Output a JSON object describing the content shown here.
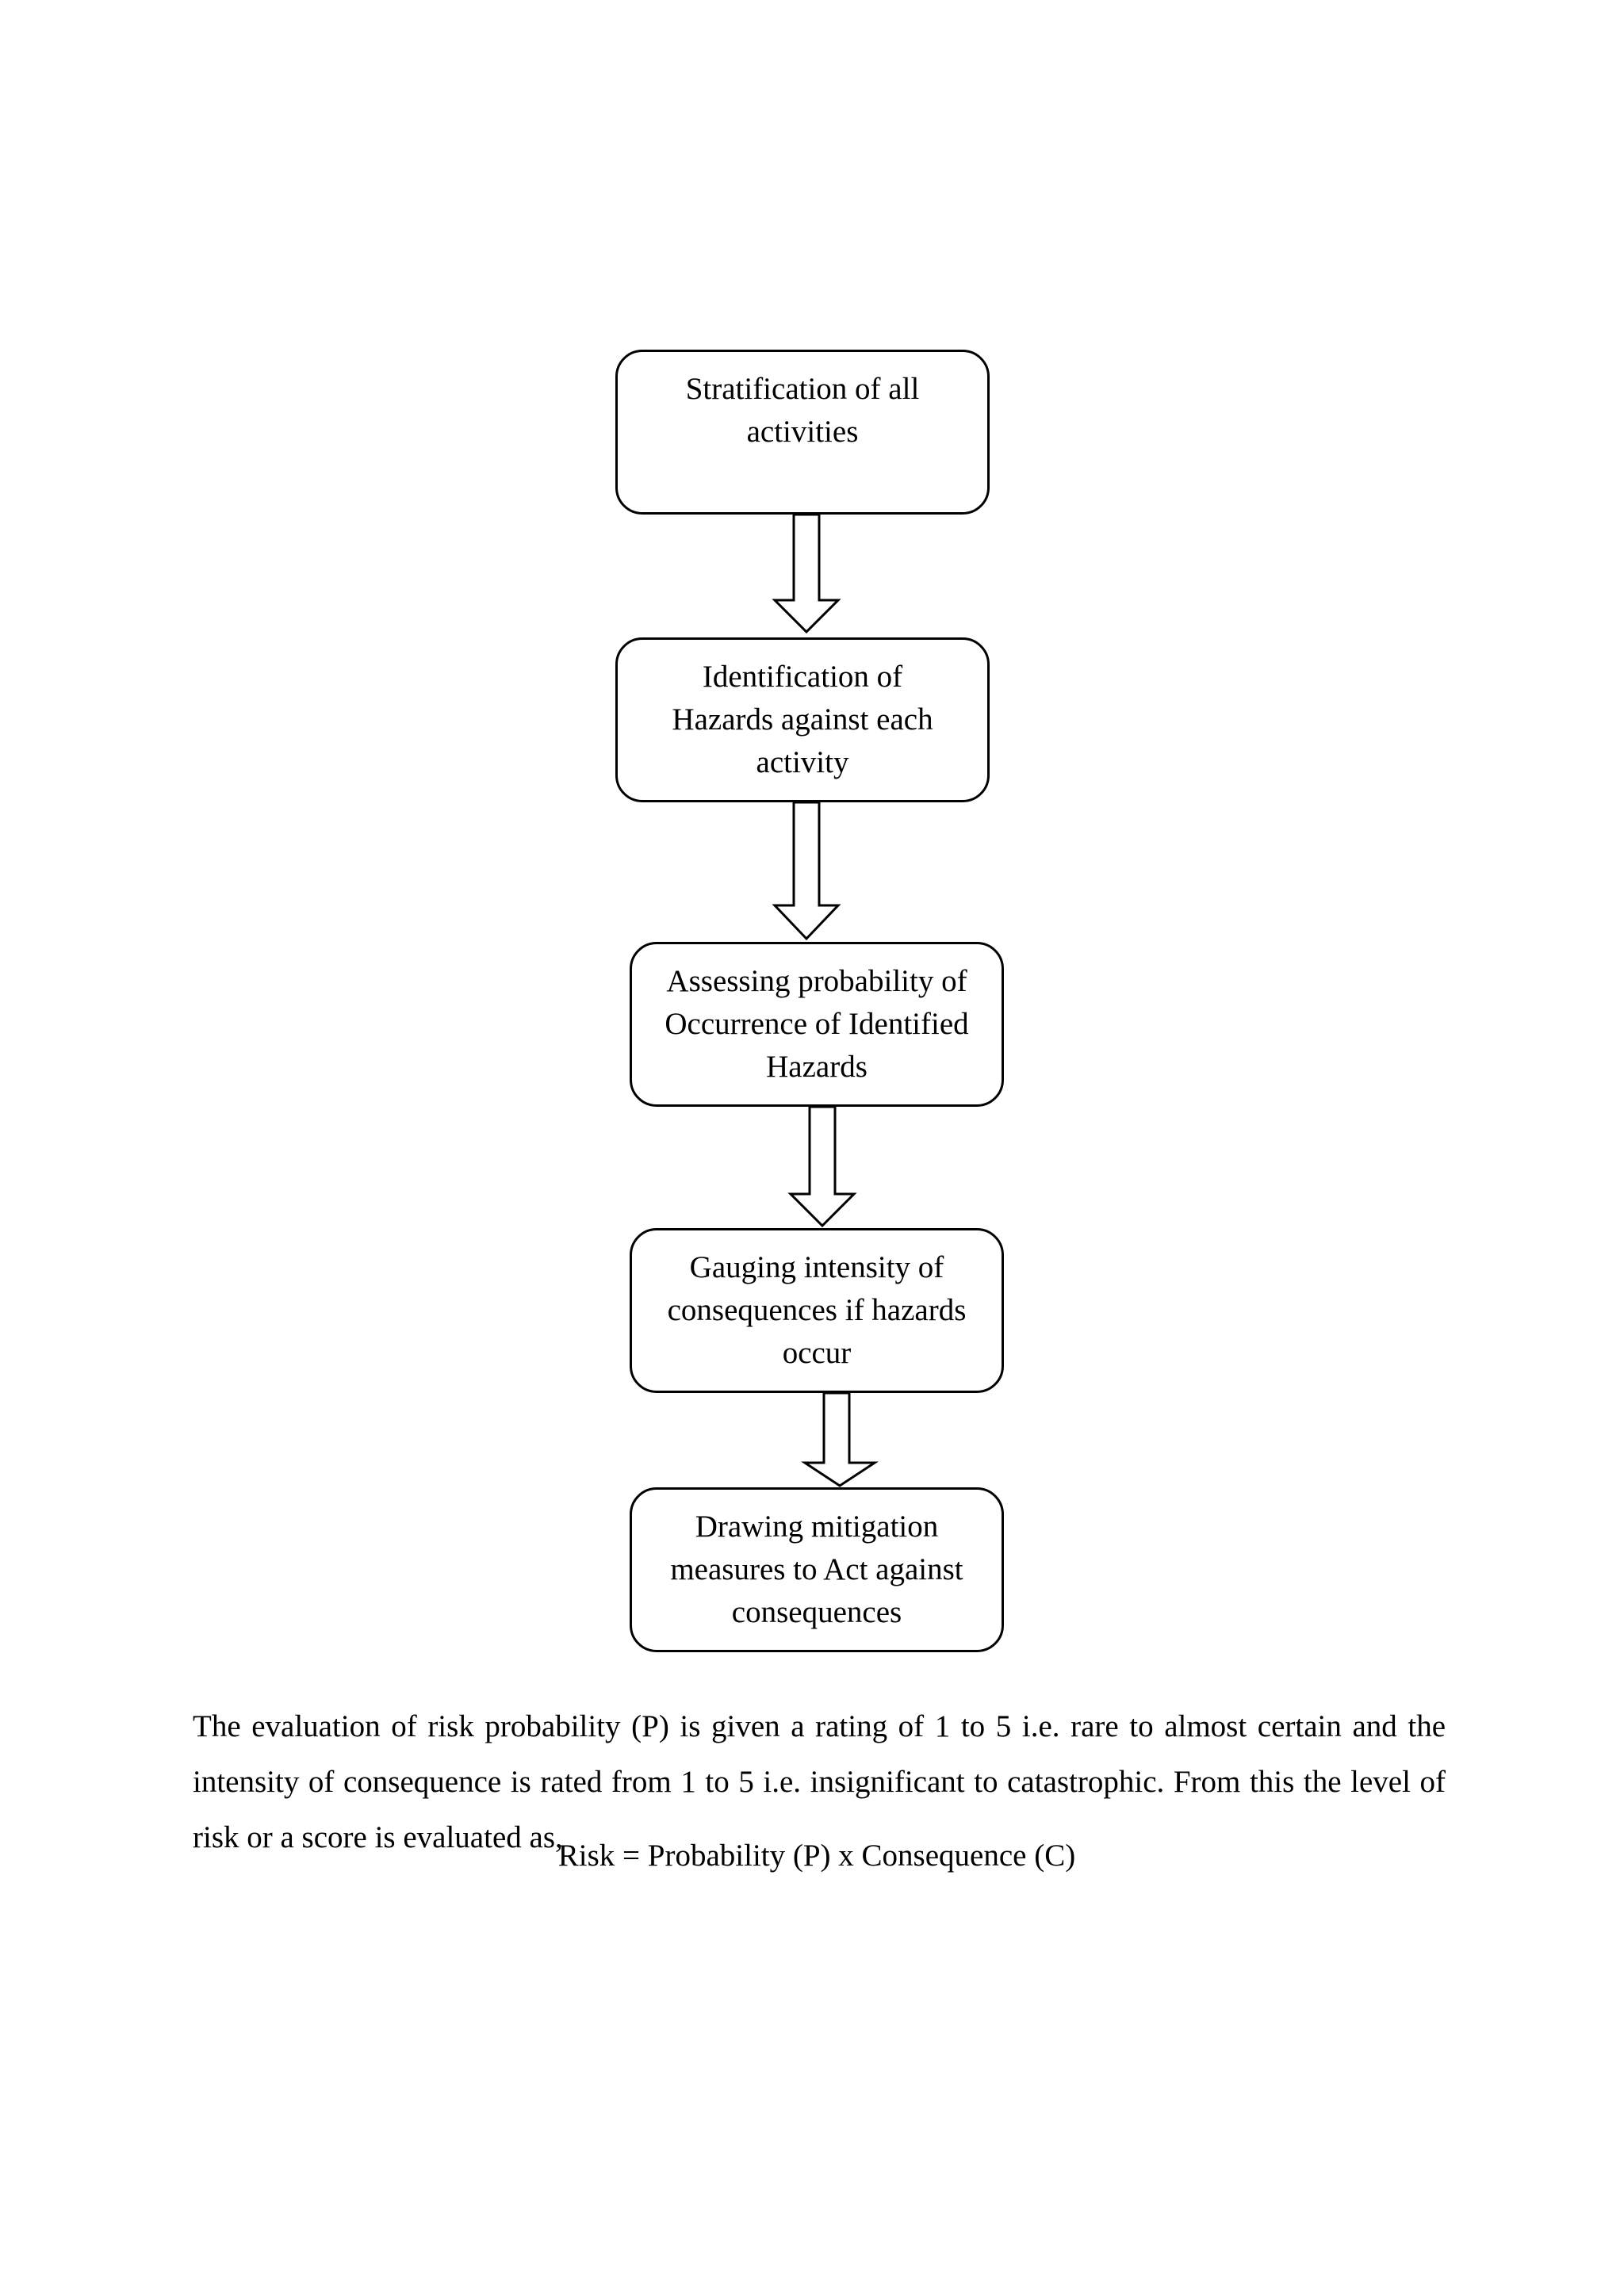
{
  "flowchart": {
    "steps": [
      {
        "lines": [
          "Stratification of all",
          "activities"
        ]
      },
      {
        "lines": [
          "Identification of",
          "Hazards against each",
          "activity"
        ]
      },
      {
        "lines": [
          "Assessing probability of",
          "Occurrence of Identified",
          "Hazards"
        ]
      },
      {
        "lines": [
          "Gauging intensity of",
          "consequences if hazards",
          "occur"
        ]
      },
      {
        "lines": [
          "Drawing mitigation",
          "measures to Act against",
          "consequences"
        ]
      }
    ]
  },
  "body": {
    "paragraph": "The evaluation of risk probability (P) is given a rating of 1 to 5 i.e. rare to almost certain and the intensity of consequence is rated from 1 to 5 i.e. insignificant to catastrophic. From this the level of risk or a score is evaluated as,",
    "formula": "Risk = Probability (P) x Consequence (C)"
  }
}
